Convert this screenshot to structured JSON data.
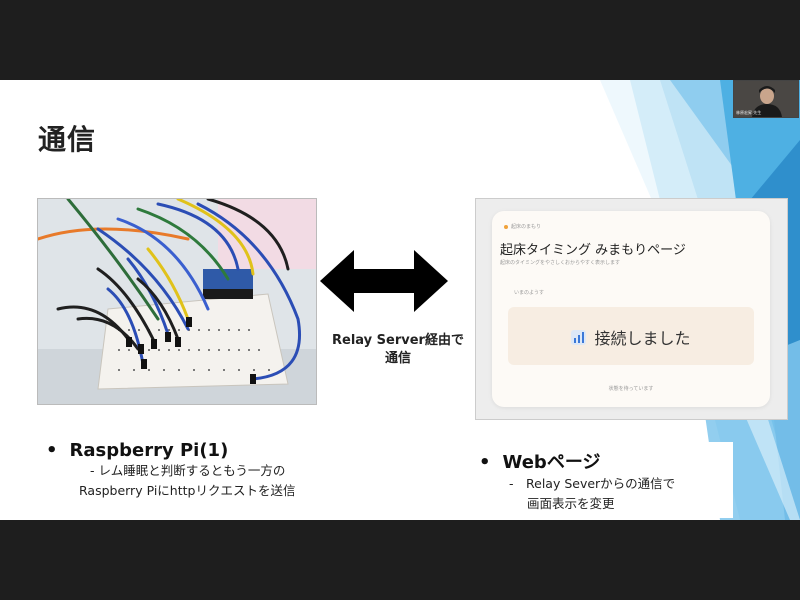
{
  "slide": {
    "title": "通信",
    "arrow_caption_line1": "Relay Server経由で",
    "arrow_caption_line2": "通信"
  },
  "left_bullet": {
    "marker": "•",
    "heading": "Raspberry Pi(1)",
    "line1": "- レム睡眠と判断するともう一方の",
    "line2": "Raspberry Piにhttpリクエストを送信"
  },
  "right_bullet": {
    "marker": "•",
    "heading": "Webページ",
    "line1": "-　Relay Severからの通信で",
    "line2": "画面表示を変更"
  },
  "web_page": {
    "top_label": "起床のまもり",
    "heading": "起床タイミング みまもりページ",
    "sub": "起床のタイミングをやさしくおからやすく表示します",
    "section_label": "いまのようす",
    "status": "接続しました",
    "footer": "状態を待っています"
  },
  "webcam": {
    "name": "林原宏昇 先生"
  },
  "colors": {
    "slide_bg": "#ffffff",
    "frame_bg": "#1e1e1e",
    "deco_blue": "#3fa9e0",
    "status_box": "#f7ede2"
  }
}
